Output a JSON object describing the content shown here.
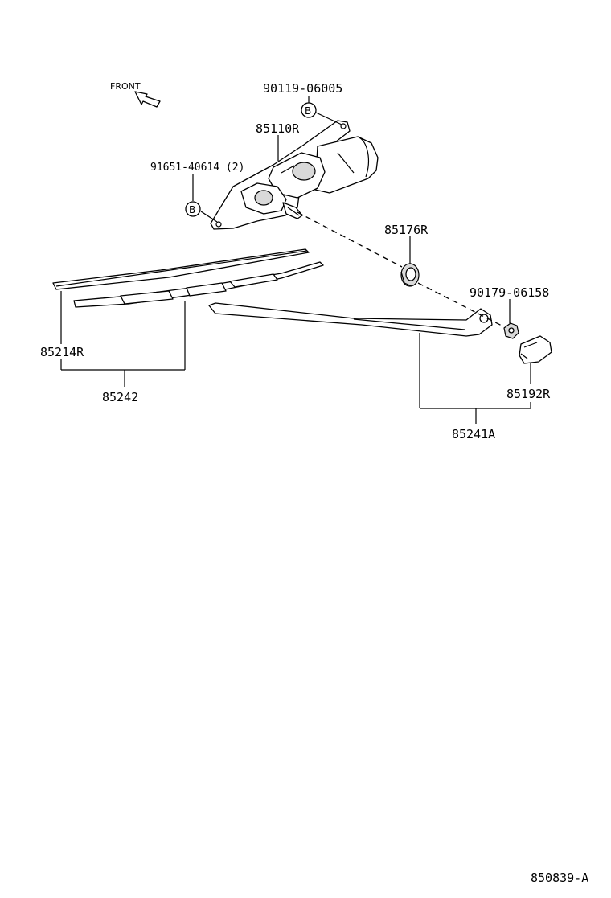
{
  "diagram": {
    "front_label": "FRONT",
    "callouts": [
      {
        "id": "p90119",
        "text": "90119-06005"
      },
      {
        "id": "p85110",
        "text": "85110R"
      },
      {
        "id": "p91651",
        "text": "91651-40614 (2)"
      },
      {
        "id": "p85176",
        "text": "85176R"
      },
      {
        "id": "p90179",
        "text": "90179-06158"
      },
      {
        "id": "p85214",
        "text": "85214R"
      },
      {
        "id": "p85242",
        "text": "85242"
      },
      {
        "id": "p85192",
        "text": "85192R"
      },
      {
        "id": "p85241",
        "text": "85241A"
      }
    ],
    "ref_marks": [
      "B",
      "B"
    ],
    "figure_code": "850839-A"
  }
}
